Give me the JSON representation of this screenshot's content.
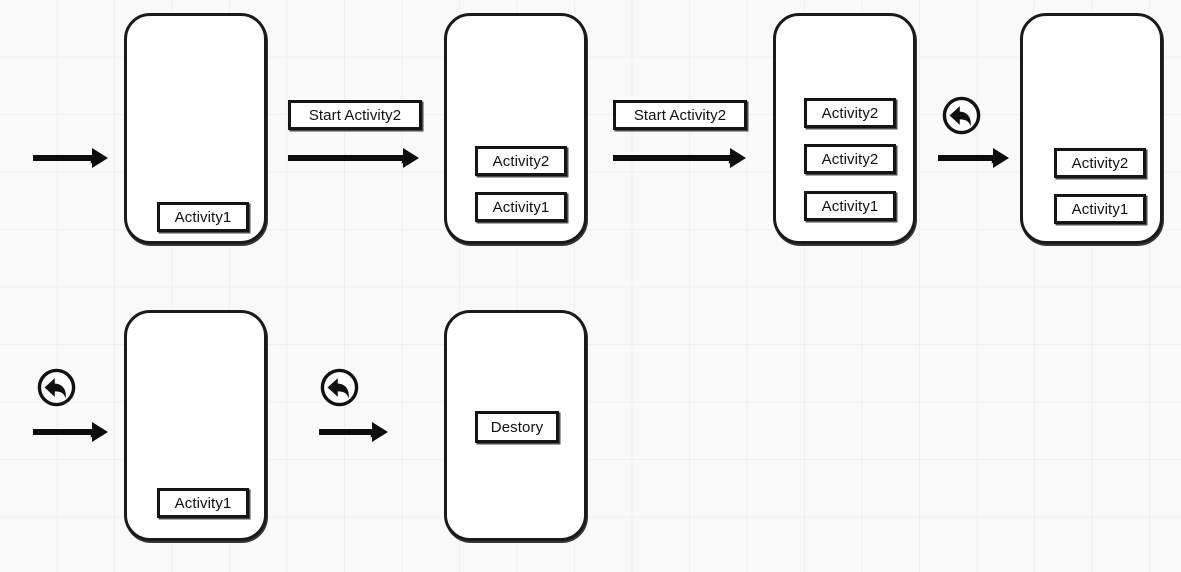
{
  "diagram": {
    "title": "Android Activity launch mode / back stack flow",
    "background_color": "#f9f9f9",
    "grid_color": "#efefef",
    "stroke_color": "#141414",
    "fill_color": "#ffffff"
  },
  "labels": {
    "start_activity2_1": "Start Activity2",
    "start_activity2_2": "Start Activity2",
    "activity1": "Activity1",
    "activity2": "Activity2",
    "destory": "Destory"
  },
  "icons": {
    "back": "back-arrow-circle-icon",
    "arrow": "right-arrow-icon"
  },
  "top_row": {
    "phones": [
      {
        "name": "phone-state-1",
        "stack": [
          "Activity1"
        ]
      },
      {
        "name": "phone-state-2",
        "stack": [
          "Activity2",
          "Activity1"
        ]
      },
      {
        "name": "phone-state-3",
        "stack": [
          "Activity2",
          "Activity2",
          "Activity1"
        ]
      },
      {
        "name": "phone-state-4",
        "stack": [
          "Activity2",
          "Activity1"
        ]
      }
    ],
    "transitions": [
      {
        "name": "transition-enter",
        "label": ""
      },
      {
        "name": "transition-start-activity2-first",
        "label": "Start Activity2"
      },
      {
        "name": "transition-start-activity2-second",
        "label": "Start Activity2"
      },
      {
        "name": "transition-back-1",
        "label": "",
        "icon": "back-arrow-circle-icon"
      }
    ]
  },
  "bottom_row": {
    "phones": [
      {
        "name": "phone-state-5",
        "stack": [
          "Activity1"
        ]
      },
      {
        "name": "phone-state-6",
        "stack": [
          "Destory"
        ]
      }
    ],
    "transitions": [
      {
        "name": "transition-back-2",
        "label": "",
        "icon": "back-arrow-circle-icon"
      },
      {
        "name": "transition-back-3",
        "label": "",
        "icon": "back-arrow-circle-icon"
      }
    ]
  }
}
